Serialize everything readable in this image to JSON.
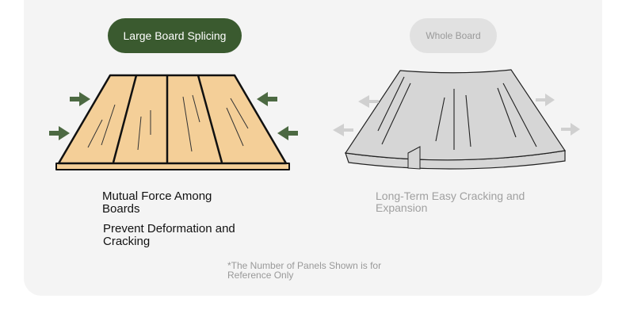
{
  "left": {
    "tab_label": "Large Board Splicing",
    "benefit_1": "Mutual Force Among Boards",
    "benefit_2": "Prevent Deformation and Cracking"
  },
  "right": {
    "tab_label": "Whole Board",
    "drawback": "Long-Term Easy Cracking and Expansion"
  },
  "note": "*The Number of Panels Shown is for Reference Only",
  "colors": {
    "accent": "#3a5a2f",
    "wood": "#f4cf98",
    "gray_board": "#d6d6d6"
  }
}
